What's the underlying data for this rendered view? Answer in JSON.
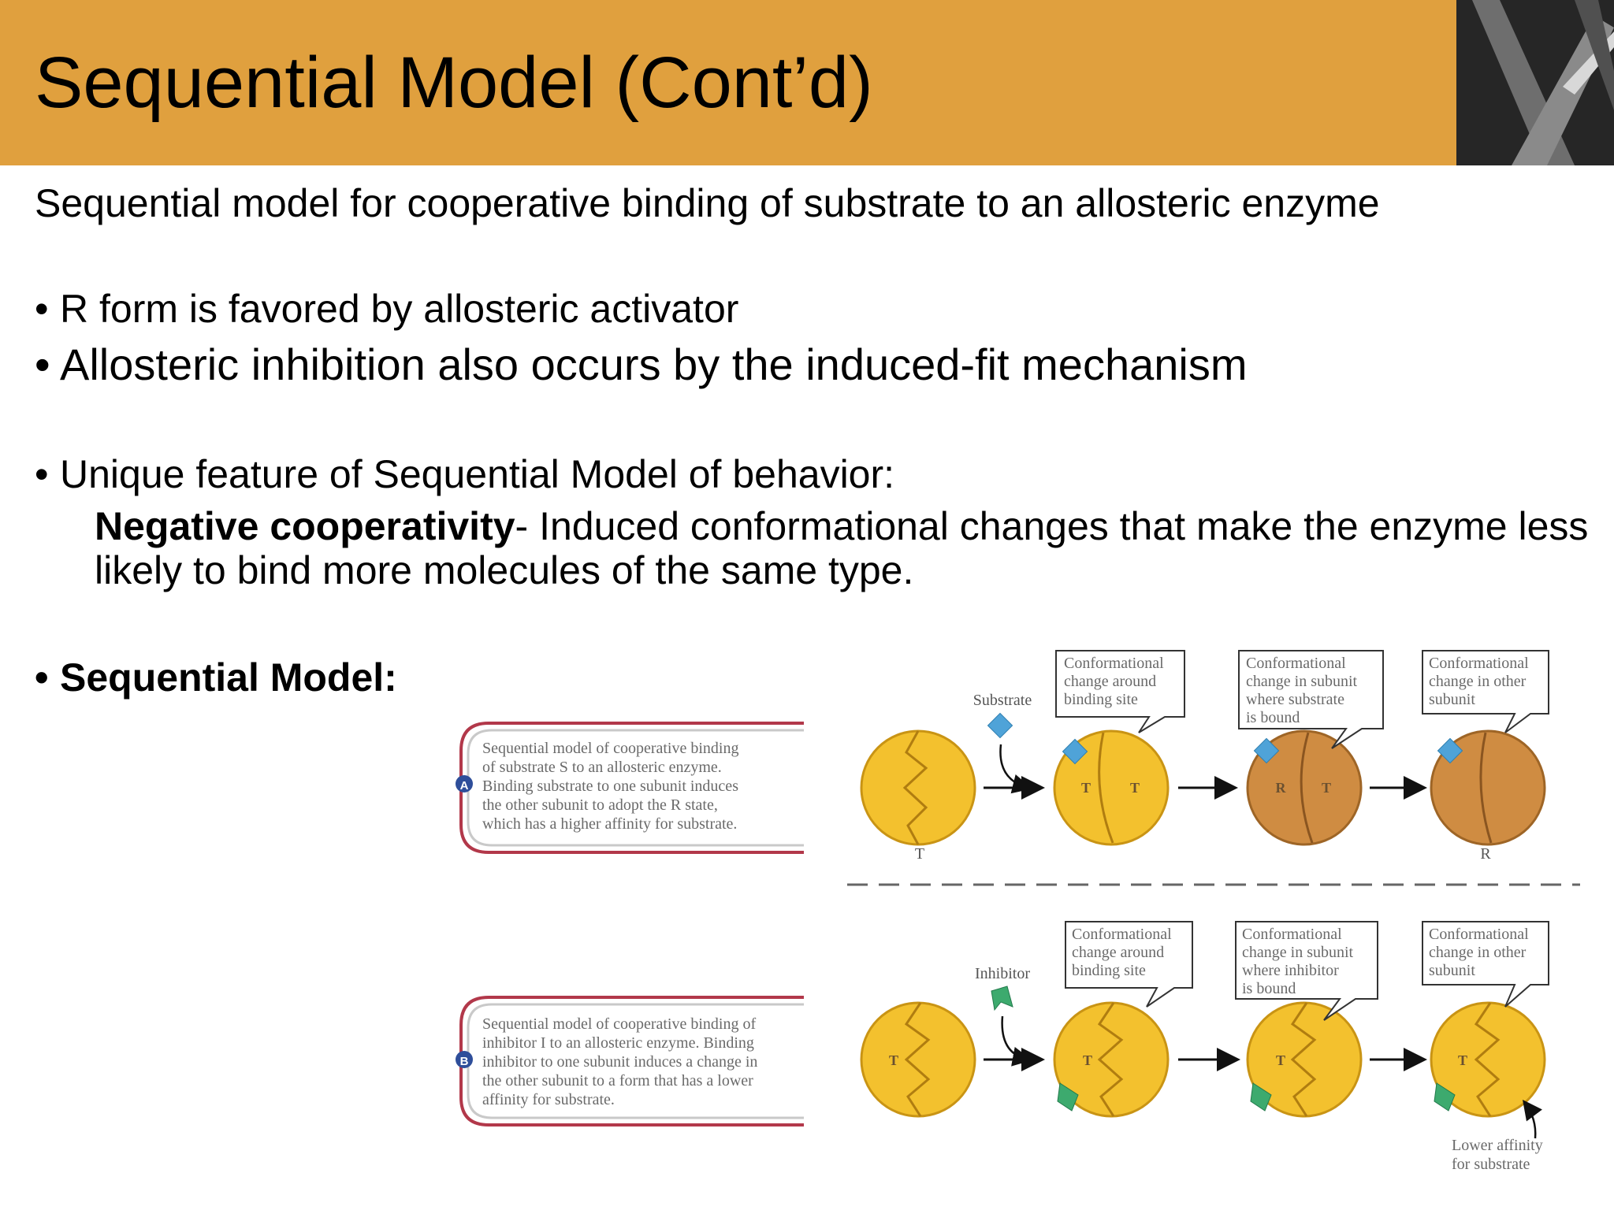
{
  "header": {
    "title": "Sequential Model (Cont’d)",
    "brand_color": "#E0A03E"
  },
  "subtitle": "Sequential model for cooperative binding of substrate to an allosteric enzyme",
  "bullets": {
    "b1": "R form is favored by allosteric activator",
    "b2": "Allosteric inhibition also occurs by the induced-fit mechanism",
    "b3": "Unique feature of Sequential Model of behavior:",
    "neg_term": "Negative cooperativity",
    "neg_text": "- Induced conformational changes that make the enzyme less likely to bind more molecules of the same type.",
    "b4": "Sequential Model:"
  },
  "diagram": {
    "panel_a": {
      "marker": "A",
      "caption": [
        "Sequential model of cooperative binding",
        "of substrate S to an allosteric enzyme.",
        "Binding substrate to one subunit induces",
        "the other subunit to adopt the R state,",
        "which has a higher affinity for substrate."
      ],
      "ligand_label": "Substrate",
      "callouts": [
        [
          "Conformational",
          "change around",
          "binding site"
        ],
        [
          "Conformational",
          "change in subunit",
          "where substrate",
          "is bound"
        ],
        [
          "Conformational",
          "change in other",
          "subunit"
        ]
      ],
      "state_start": "T",
      "state_end": "R",
      "enzyme2_subunits": [
        "T",
        "T"
      ],
      "enzyme3_subunits": [
        "R",
        "T"
      ]
    },
    "panel_b": {
      "marker": "B",
      "caption": [
        "Sequential model of cooperative binding of",
        "inhibitor I to an allosteric enzyme. Binding",
        "inhibitor to one subunit induces a change in",
        "the other subunit to a form that has a lower",
        "affinity for substrate."
      ],
      "ligand_label": "Inhibitor",
      "callouts": [
        [
          "Conformational",
          "change around",
          "binding site"
        ],
        [
          "Conformational",
          "change in subunit",
          "where inhibitor",
          "is bound"
        ],
        [
          "Conformational",
          "change in other",
          "subunit"
        ]
      ],
      "subunit_label": "T",
      "note": [
        "Lower affinity",
        "for substrate"
      ]
    },
    "colors": {
      "enzyme_t": "#F3C12E",
      "enzyme_r": "#CF8C42",
      "substrate": "#4FA3D8",
      "inhibitor": "#3DAA6E",
      "caption_border": "#B2384A"
    }
  }
}
